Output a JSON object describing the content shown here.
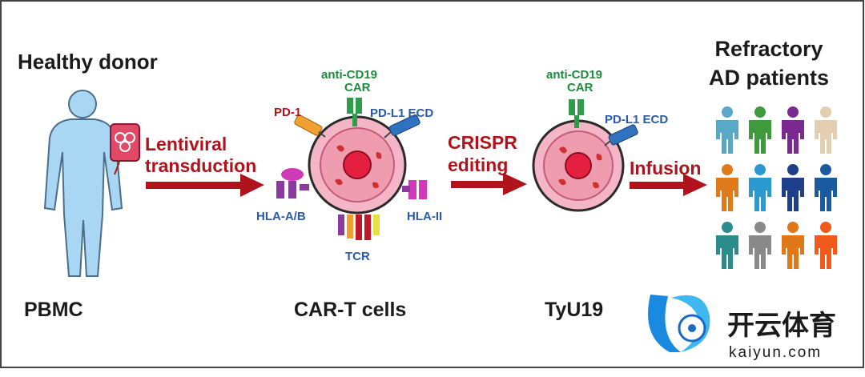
{
  "labels": {
    "healthy_donor": "Healthy donor",
    "pbmc": "PBMC",
    "lentiviral_1": "Lentiviral",
    "lentiviral_2": "transduction",
    "car_t_cells": "CAR-T cells",
    "anti_cd19_1": "anti-CD19",
    "anti_cd19_2": "CAR",
    "pd1": "PD-1",
    "pdl1_ecd": "PD-L1 ECD",
    "hla_ab": "HLA-A/B",
    "hla_ii": "HLA-II",
    "tcr": "TCR",
    "crispr_1": "CRISPR",
    "crispr_2": "editing",
    "tyu19": "TyU19",
    "anti_cd19b_1": "anti-CD19",
    "anti_cd19b_2": "CAR",
    "pdl1_ecd_b": "PD-L1 ECD",
    "infusion": "Infusion",
    "refractory_1": "Refractory",
    "refractory_2": "AD patients",
    "watermark_brand": "开云体育",
    "watermark_url": "kaiyun.com"
  },
  "colors": {
    "arrow": "#b0131c",
    "body": "#a9d6f2",
    "cell_outer": "#f4b6c6",
    "cell_inner": "#ef9bb0",
    "nucleus": "#e51f3f",
    "car_green": "#2e9c4a",
    "pd1_orange": "#f0a030",
    "pdl1_blue": "#2e72c0",
    "hla_purple": "#8b3aa0",
    "hla_magenta": "#d03ab8"
  },
  "patients": [
    {
      "color": "#5aa8c8"
    },
    {
      "color": "#3f9a3c"
    },
    {
      "color": "#7a2a90"
    },
    {
      "color": "#e3cfb0"
    },
    {
      "color": "#e07a1a"
    },
    {
      "color": "#2a9ad0"
    },
    {
      "color": "#1f3f8c"
    },
    {
      "color": "#1c5aa0"
    },
    {
      "color": "#2a8c8c"
    },
    {
      "color": "#8a8a8a"
    },
    {
      "color": "#e0781a"
    },
    {
      "color": "#f05a1a"
    }
  ]
}
